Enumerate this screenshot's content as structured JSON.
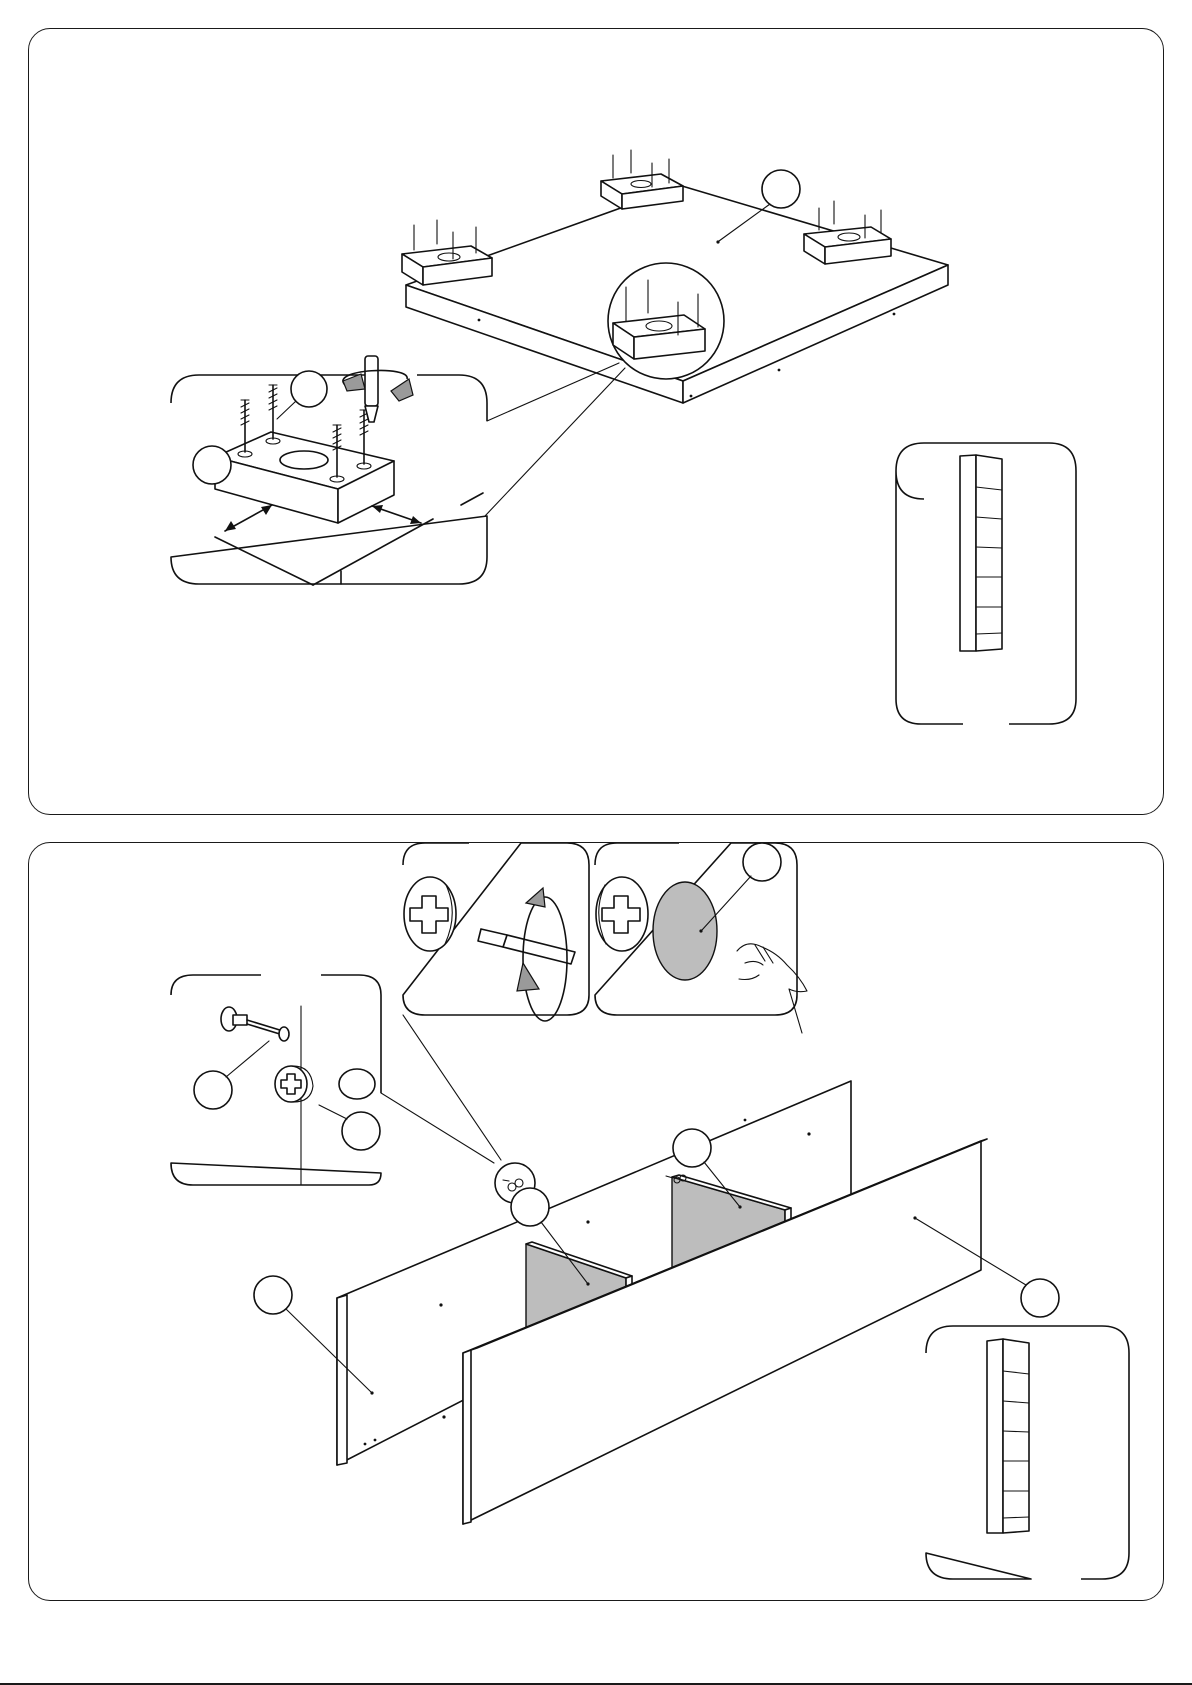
{
  "document": {
    "type": "assembly-instructions",
    "steps": [
      {
        "id": "step-mount-feet",
        "callouts": 4,
        "has_overview": true
      },
      {
        "id": "step-shelf-panels",
        "callouts": 6,
        "has_overview": true
      }
    ]
  },
  "icons": {
    "screwdriver": "screwdriver-icon",
    "rotate": "rotate-arrow-icon",
    "hand": "hand-icon",
    "cam_lock": "cam-lock-icon",
    "cover_cap": "cover-cap-icon",
    "cam_bolt": "cam-bolt-icon",
    "bookcase": "bookcase-icon"
  },
  "colors": {
    "line": "#111111",
    "part_fill": "#ffffff",
    "shaded_part": "#bdbdbd",
    "rotate_arrow": "#9a9a9a"
  }
}
